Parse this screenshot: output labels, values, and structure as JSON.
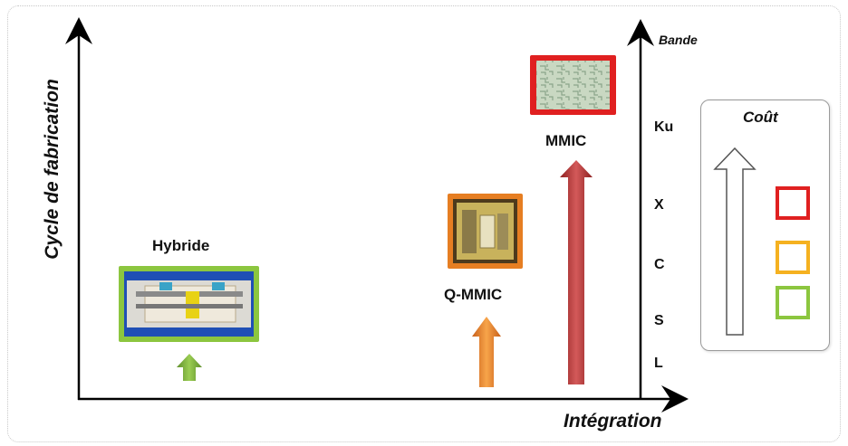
{
  "axes": {
    "y_label": "Cycle de fabrication",
    "x_label": "Intégration",
    "band_title": "Bande"
  },
  "bands": [
    "Ku",
    "X",
    "C",
    "S",
    "L"
  ],
  "technologies": [
    {
      "name": "Hybride",
      "frame_color": "#8cc63f",
      "arrow_color": "#79a83a"
    },
    {
      "name": "Q-MMIC",
      "frame_color": "#e67e22",
      "arrow_color": "#f08a24"
    },
    {
      "name": "MMIC",
      "frame_color": "#e02020",
      "arrow_color": "#b83232"
    }
  ],
  "cost_legend": {
    "title": "Coût",
    "squares": [
      "#e02020",
      "#f5b120",
      "#8cc63f"
    ]
  }
}
